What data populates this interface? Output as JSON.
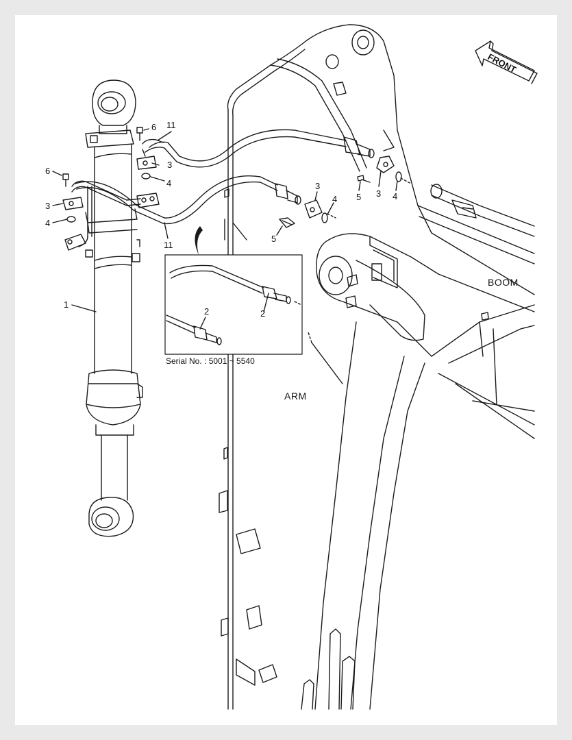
{
  "direction": {
    "front": "FRONT"
  },
  "regions": {
    "boom": "BOOM",
    "arm": "ARM"
  },
  "inset": {
    "caption": "Serial No. : 5001 ~ 5540"
  },
  "callouts": {
    "c1": "1",
    "c2a": "2",
    "c2b": "2",
    "c3a": "3",
    "c3b": "3",
    "c3c": "3",
    "c3d": "3",
    "c4a": "4",
    "c4b": "4",
    "c4c": "4",
    "c4d": "4",
    "c5a": "5",
    "c5b": "5",
    "c6a": "6",
    "c6b": "6",
    "c11a": "11",
    "c11b": "11"
  },
  "colors": {
    "line": "#1a1a1a",
    "paper": "#ffffff",
    "margin": "#e9e9e9"
  }
}
